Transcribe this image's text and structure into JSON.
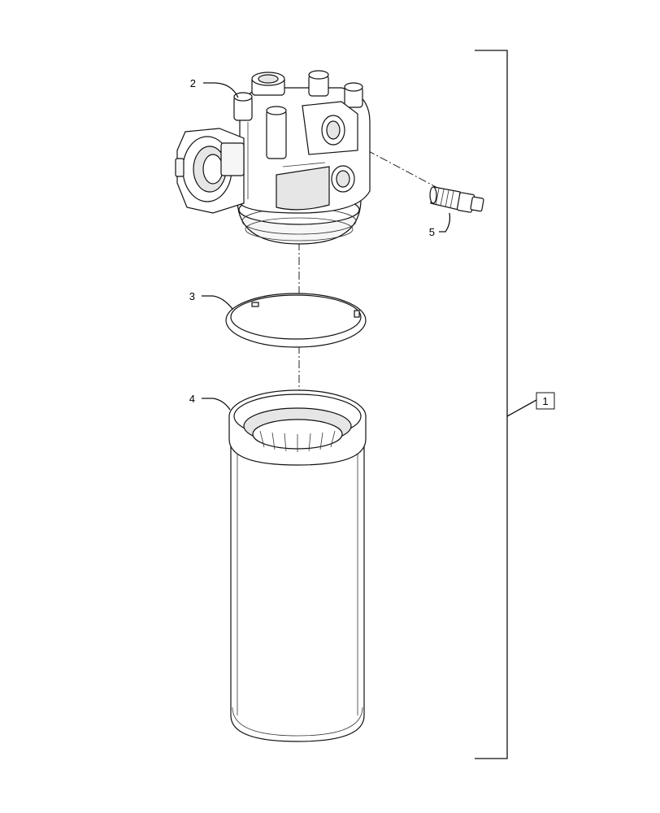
{
  "callouts": [
    {
      "id": "2",
      "part": "filter-head"
    },
    {
      "id": "3",
      "part": "o-ring"
    },
    {
      "id": "4",
      "part": "filter-element"
    },
    {
      "id": "5",
      "part": "pressure-switch"
    }
  ],
  "assembly_box_label": "1"
}
